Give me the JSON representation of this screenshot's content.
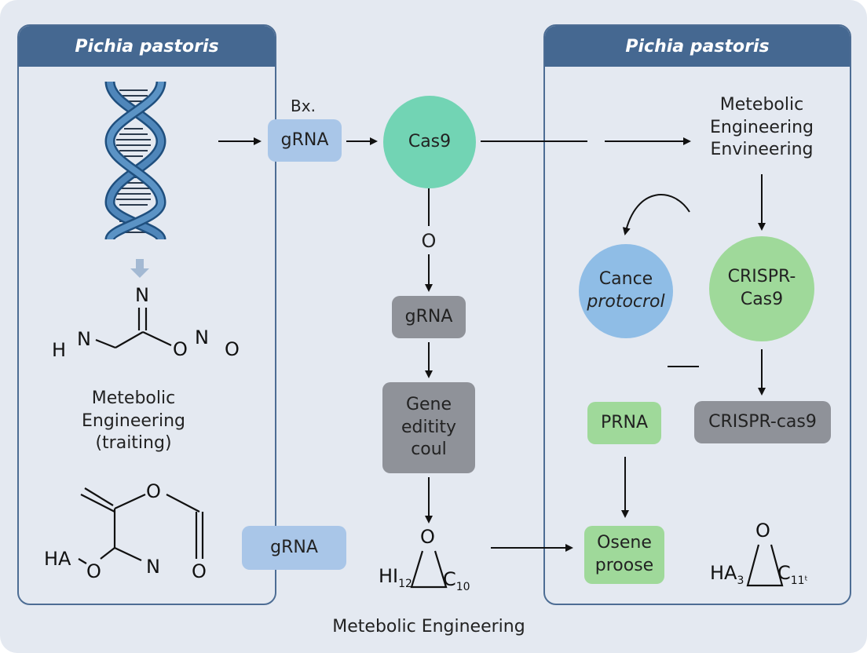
{
  "panels": {
    "left": {
      "header": "Pichia pastoris"
    },
    "right": {
      "header": "Pichia pastoris"
    }
  },
  "left_panel": {
    "dna_icon": "dna-double-helix",
    "molecule1": {
      "n_top": "N",
      "h": "H",
      "n_left": "N",
      "o_right": "O",
      "n_right": "N",
      "o_far": "O"
    },
    "text": "Metebolic\nEngineering\n(traiting)",
    "molecule2": {
      "o_top": "O",
      "ha": "HA",
      "o_left": "O",
      "n_bottom": "N",
      "o_bottom_right": "O"
    }
  },
  "center": {
    "bx_label": "Bx.",
    "grna_top": "gRNA",
    "cas9": "Cas9",
    "o_stem": "O",
    "grna_mid": "gRNA",
    "gene_box": "Gene\neditity\ncoul",
    "grna_bottom": "gRNA",
    "formula": {
      "o": "O",
      "h": "HI",
      "h_sub": "12",
      "c": "C",
      "c_sub": "10"
    }
  },
  "right_panel": {
    "metabolic_text": "Metebolic\nEngineering\nEnvineering",
    "cancer_circle": {
      "line1": "Cance",
      "line2": "protocrol"
    },
    "crispr_circle": "CRISPR-\nCas9",
    "crispr_box": "CRISPR-cas9",
    "prna_box": "PRNA",
    "osene_box": "Osene\nproose",
    "formula": {
      "o": "O",
      "h": "HA",
      "h_sub": "3",
      "c": "C",
      "c_sub": "11",
      "c_mark": "ᵗ"
    }
  },
  "footer": "Metebolic Engineering",
  "colors": {
    "background": "#e4e9f1",
    "panel_header": "#456891",
    "panel_border": "#4d6d94",
    "blue_box": "#a9c6e8",
    "teal_circle": "#72d4b4",
    "gray_box": "#8f9299",
    "green_box": "#9fd99a",
    "blue_circle": "#8fbde6",
    "green_circle": "#9fd99a",
    "dna_blue": "#3a6b9a"
  }
}
